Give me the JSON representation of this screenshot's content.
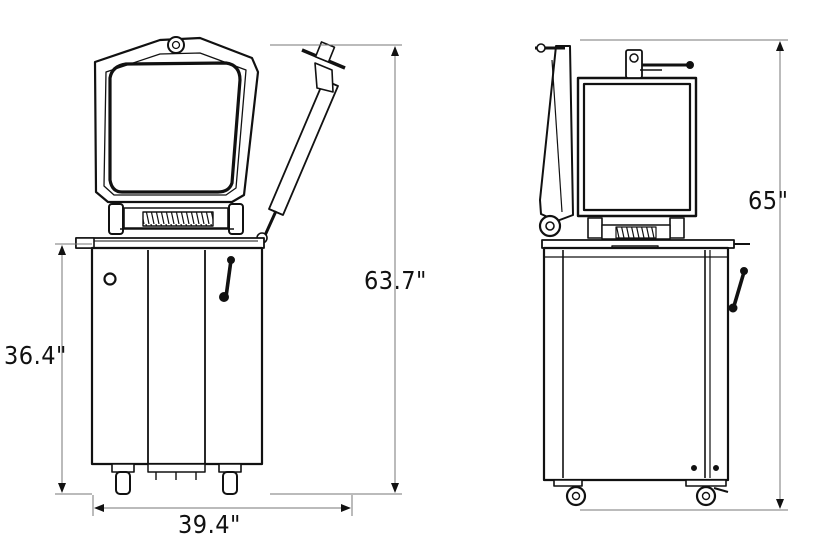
{
  "dimensions": {
    "front_total_height": "63.7\"",
    "front_body_height": "36.4\"",
    "front_width": "39.4\"",
    "side_total_height": "65\""
  },
  "colors": {
    "line": "#111111",
    "dimension_line": "#777777",
    "background": "#ffffff"
  }
}
